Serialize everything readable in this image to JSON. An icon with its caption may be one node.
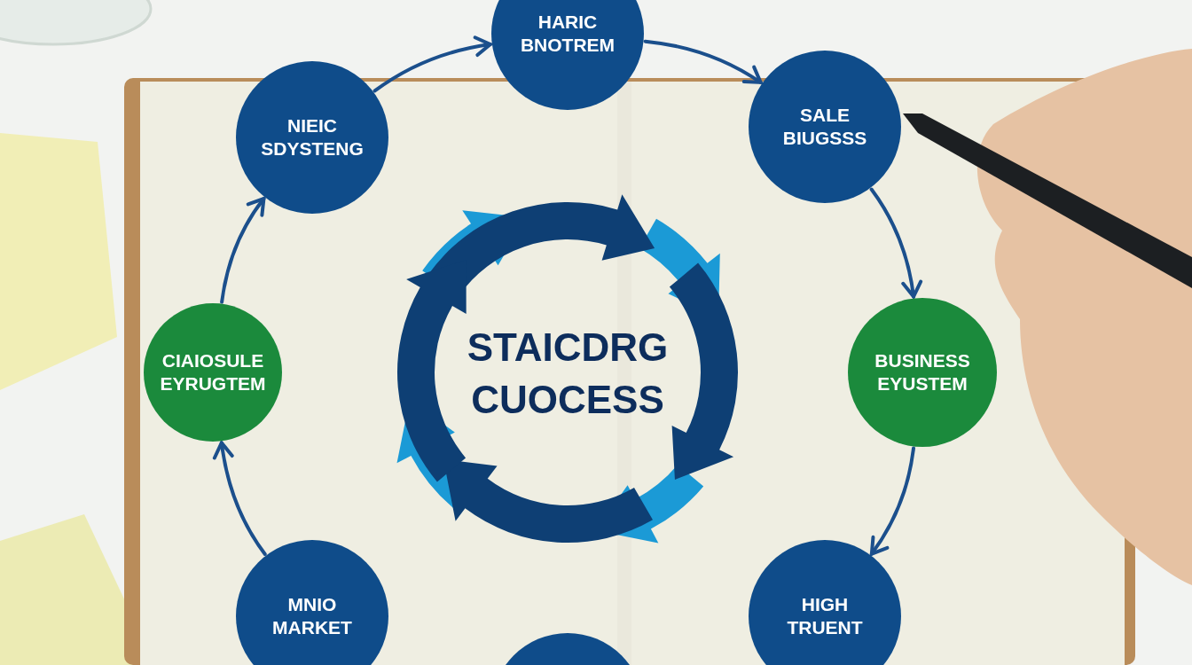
{
  "diagram": {
    "title": "STAICDRG CUOCESS",
    "nodes": [
      {
        "text": [
          "HARIC BNOTREM"
        ]
      },
      {
        "text": [
          "NIEIC SDYSTENG"
        ]
      },
      {
        "text": [
          "SALE BIUGSSS"
        ]
      },
      {
        "text": [
          "CIAIOSULE EYRUGTEM"
        ]
      },
      {
        "text": [
          "BUSINESS EYUSTEM"
        ]
      },
      {
        "text": [
          "MNIO MARKET"
        ]
      },
      {
        "text": [
          "HIGH TRUENT"
        ]
      },
      {
        "text": [],
        "shape": "circle"
      }
    ],
    "edges": [
      {
        "from": 1,
        "to": 0,
        "arrow": "to"
      },
      {
        "from": 0,
        "to": 2,
        "arrow": "to"
      },
      {
        "from": 2,
        "to": 4,
        "arrow": "to"
      },
      {
        "from": 4,
        "to": 6,
        "arrow": "to"
      },
      {
        "from": 5,
        "to": 3,
        "arrow": "to"
      },
      {
        "from": 3,
        "to": 1,
        "arrow": "to"
      }
    ]
  }
}
